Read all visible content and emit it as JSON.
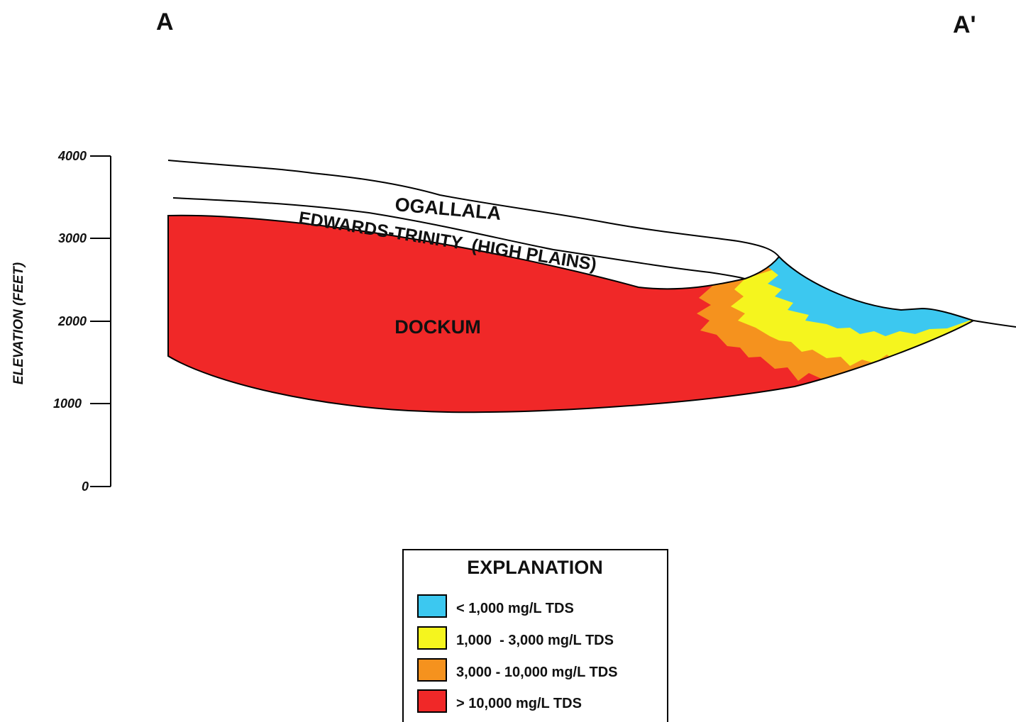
{
  "section": {
    "start_label": "A",
    "end_label": "A'"
  },
  "axis": {
    "title": "ELEVATION (FEET)",
    "ticks": [
      "4000",
      "3000",
      "2000",
      "1000",
      "0"
    ]
  },
  "units": {
    "ogallala": "OGALLALA",
    "edwards_trinity": "EDWARDS-TRINITY  (HIGH PLAINS)",
    "dockum": "DOCKUM"
  },
  "legend": {
    "title": "EXPLANATION",
    "items": [
      {
        "label": "< 1,000 mg/L TDS",
        "color": "#3cc8f0"
      },
      {
        "label": "1,000  - 3,000 mg/L TDS",
        "color": "#f5f51e"
      },
      {
        "label": "3,000 - 10,000 mg/L TDS",
        "color": "#f5921e"
      },
      {
        "label": "> 10,000 mg/L TDS",
        "color": "#f02828"
      }
    ]
  }
}
